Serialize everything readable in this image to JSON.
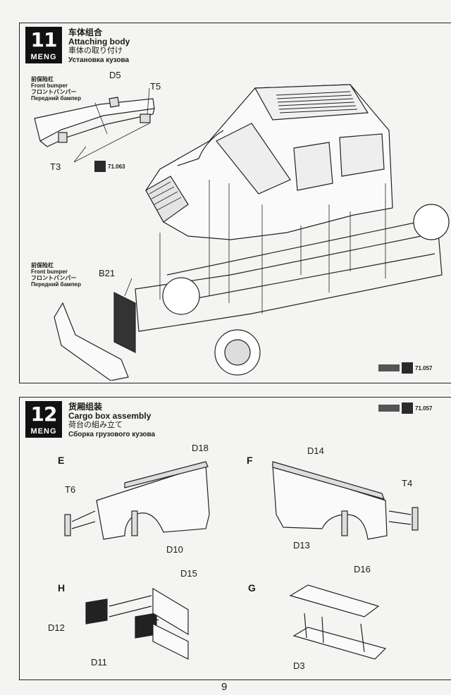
{
  "step11": {
    "number": "11",
    "brand": "MENG",
    "title_zh": "车体组合",
    "title_en": "Attaching body",
    "title_ja": "車体の取り付け",
    "title_ru": "Установка кузова",
    "front_bumper_top": {
      "zh": "前保险杠",
      "en": "Front bumper",
      "ja": "フロントバンパー",
      "ru": "Передний бампер"
    },
    "front_bumper_bottom": {
      "zh": "前保险杠",
      "en": "Front bumper",
      "ja": "フロントバンパー",
      "ru": "Передний бампер"
    },
    "parts": {
      "d5": "D5",
      "t5": "T5",
      "t3": "T3",
      "b21": "B21"
    },
    "paint_code_1": "71.063",
    "paint_code_2": "71.057"
  },
  "step12": {
    "number": "12",
    "brand": "MENG",
    "title_zh": "货厢组装",
    "title_en": "Cargo box assembly",
    "title_ja": "荷台の組み立て",
    "title_ru": "Сборка грузового кузова",
    "paint_code": "71.057",
    "sections": {
      "e": "E",
      "f": "F",
      "h": "H",
      "g": "G"
    },
    "parts": {
      "d18": "D18",
      "t6": "T6",
      "d10": "D10",
      "d14": "D14",
      "t4": "T4",
      "d13": "D13",
      "d15": "D15",
      "d12": "D12",
      "d11": "D11",
      "d16": "D16",
      "d3": "D3"
    }
  },
  "page_number": "9",
  "colors": {
    "paint_swatch": "#555555",
    "step_box": "#111111"
  }
}
